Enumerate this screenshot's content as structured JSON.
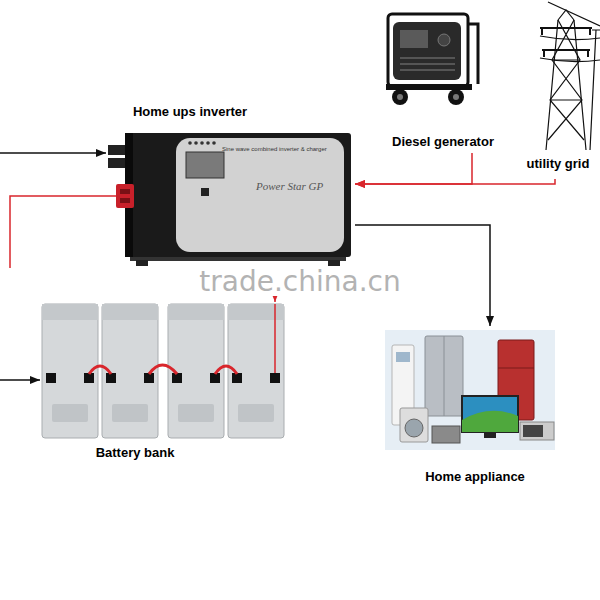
{
  "diagram": {
    "nodes": [
      {
        "text": [
          "Diesel generator"
        ]
      },
      {
        "text": [
          "utility grid"
        ]
      },
      {
        "text": [
          "Home ups inverter",
          "Sine wave combined inverter & charger",
          "Power Star GP"
        ]
      },
      {
        "text": [
          "Battery bank"
        ]
      },
      {
        "text": [
          "Home appliance"
        ]
      }
    ],
    "edges": [
      {
        "from": 0,
        "to": 2,
        "arrow": "to"
      },
      {
        "from": 1,
        "to": 2,
        "arrow": "to"
      },
      {
        "from": 2,
        "to": 4,
        "arrow": "to"
      },
      {
        "from": 2,
        "to": 3,
        "arrow": "to"
      }
    ],
    "labels": [
      "trade.china.cn"
    ]
  }
}
